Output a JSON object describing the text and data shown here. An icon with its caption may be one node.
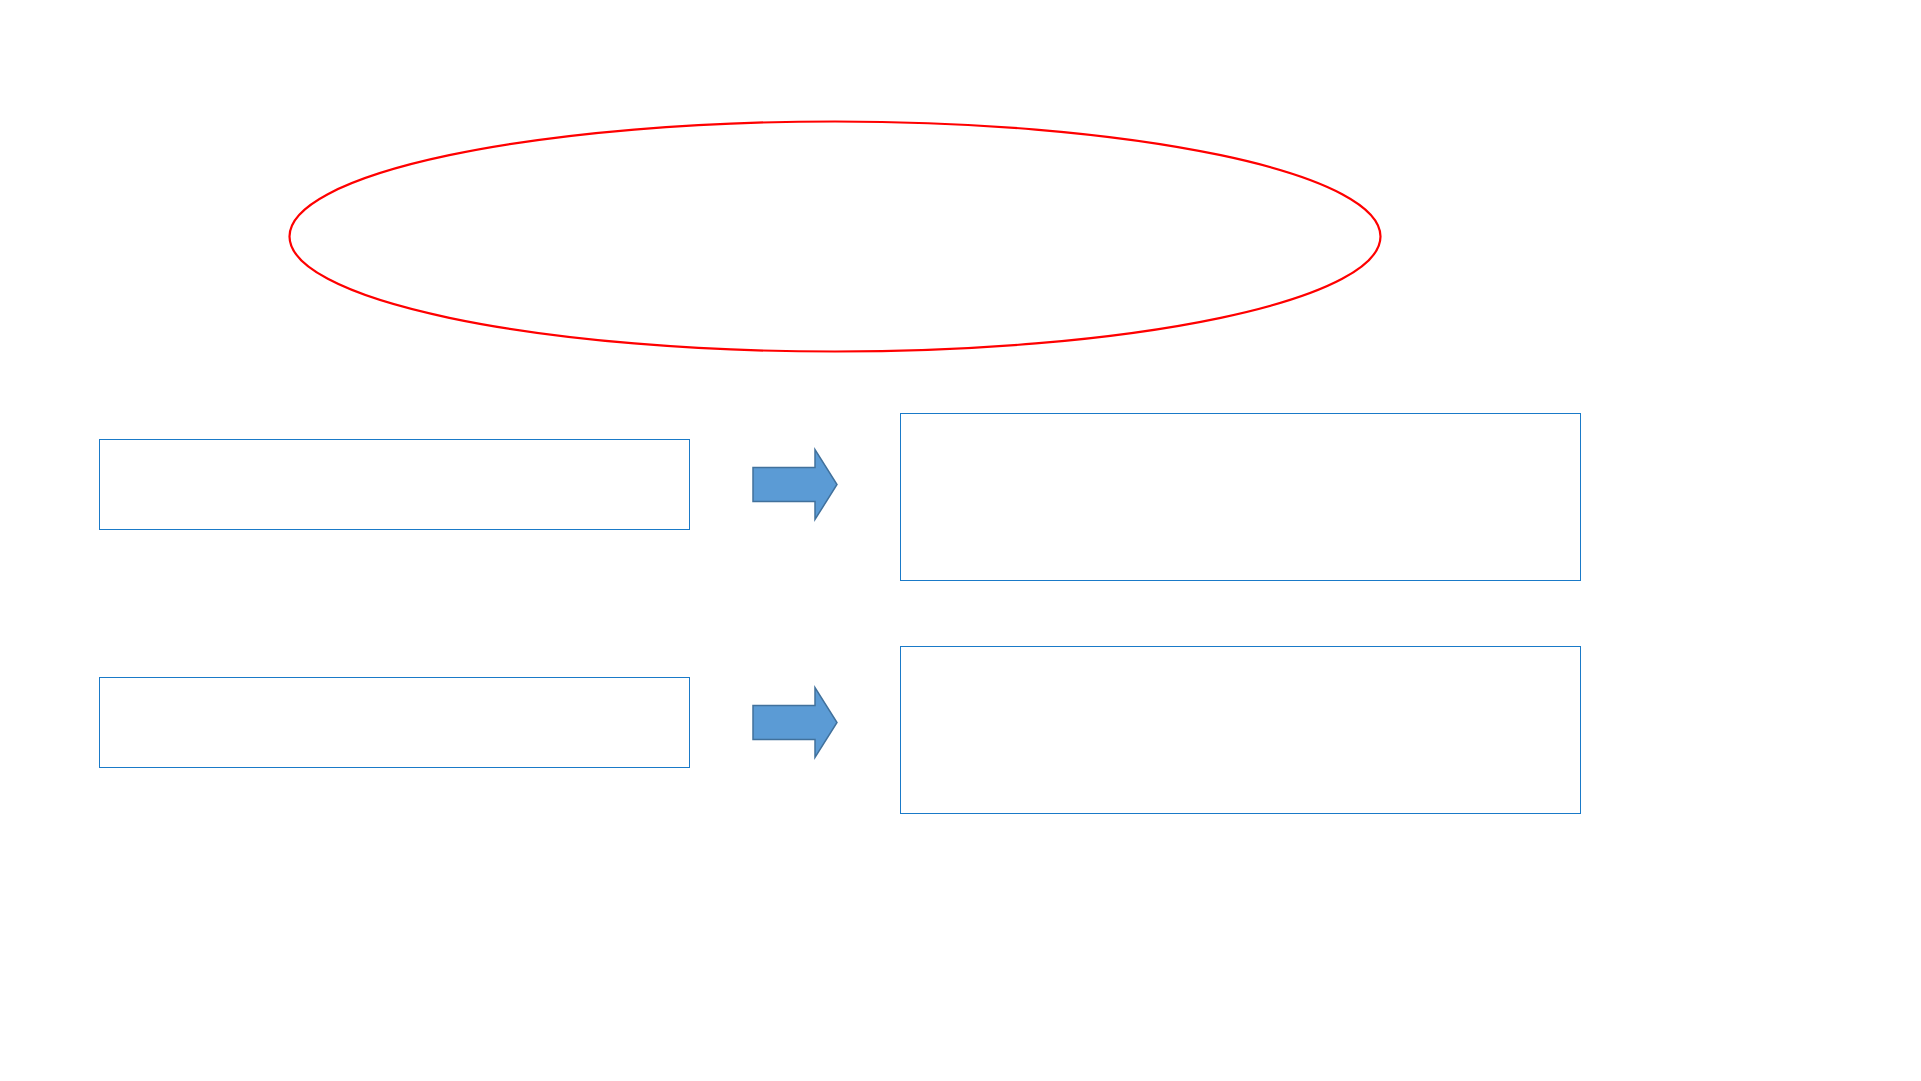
{
  "diagram": {
    "nodes": [
      {
        "text": [],
        "shape": "ellipse"
      },
      {
        "text": [],
        "shape": "box"
      },
      {
        "text": [],
        "shape": "box"
      },
      {
        "text": [],
        "shape": "box"
      },
      {
        "text": [],
        "shape": "box"
      }
    ],
    "edges": [
      {
        "from": 1,
        "to": 2,
        "arrow": "to",
        "style": "thick"
      },
      {
        "from": 3,
        "to": 4,
        "arrow": "to",
        "style": "thick"
      }
    ]
  }
}
